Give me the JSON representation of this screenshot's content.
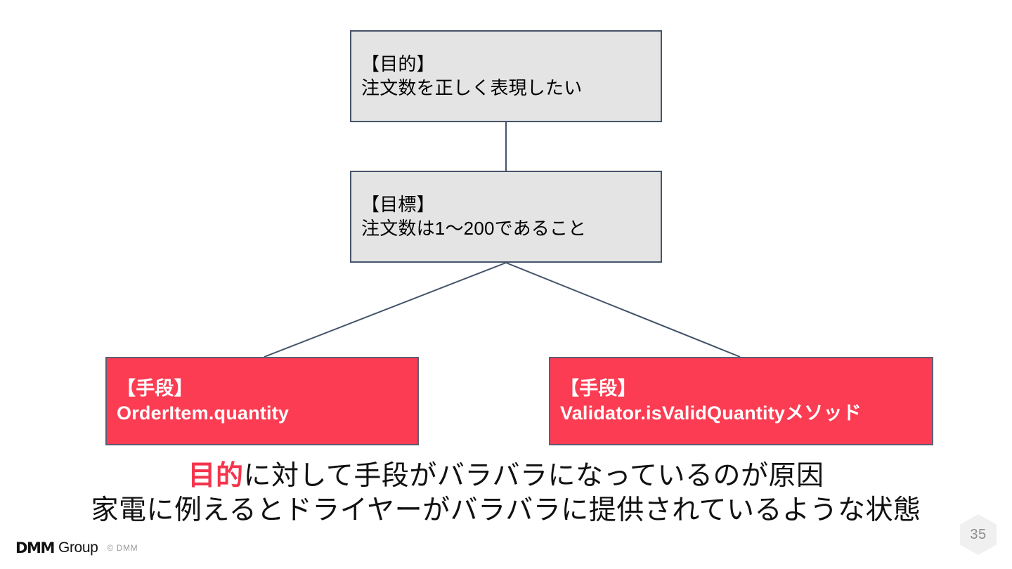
{
  "slide": {
    "page_number": "35",
    "background_color": "#FFFFFF"
  },
  "diagram": {
    "type": "tree",
    "node_fill_gray": "#E4E4E4",
    "node_fill_red": "#FB3C52",
    "node_border": "#44546A",
    "connector_color": "#44546A",
    "nodes": [
      {
        "id": "purpose",
        "kind": "gray",
        "label": "【目的】",
        "text": "注文数を正しく表現したい"
      },
      {
        "id": "goal",
        "kind": "gray",
        "label": "【目標】",
        "text": "注文数は1〜200であること"
      },
      {
        "id": "means-1",
        "kind": "red",
        "label": "【手段】",
        "text": "OrderItem.quantity"
      },
      {
        "id": "means-2",
        "kind": "red",
        "label": "【手段】",
        "text": "Validator.isValidQuantityメソッド"
      }
    ],
    "edges": [
      {
        "from": "purpose",
        "to": "goal"
      },
      {
        "from": "goal",
        "to": "means-1"
      },
      {
        "from": "goal",
        "to": "means-2"
      }
    ]
  },
  "caption": {
    "line1_highlight": "目的",
    "line1_rest": "に対して手段がバラバラになっているのが原因",
    "line2": "家電に例えるとドライヤーがバラバラに提供されているような状態",
    "highlight_color": "#F5344C"
  },
  "footer": {
    "brand_mark": "DMM",
    "brand_word": "Group",
    "copyright": "© DMM"
  }
}
